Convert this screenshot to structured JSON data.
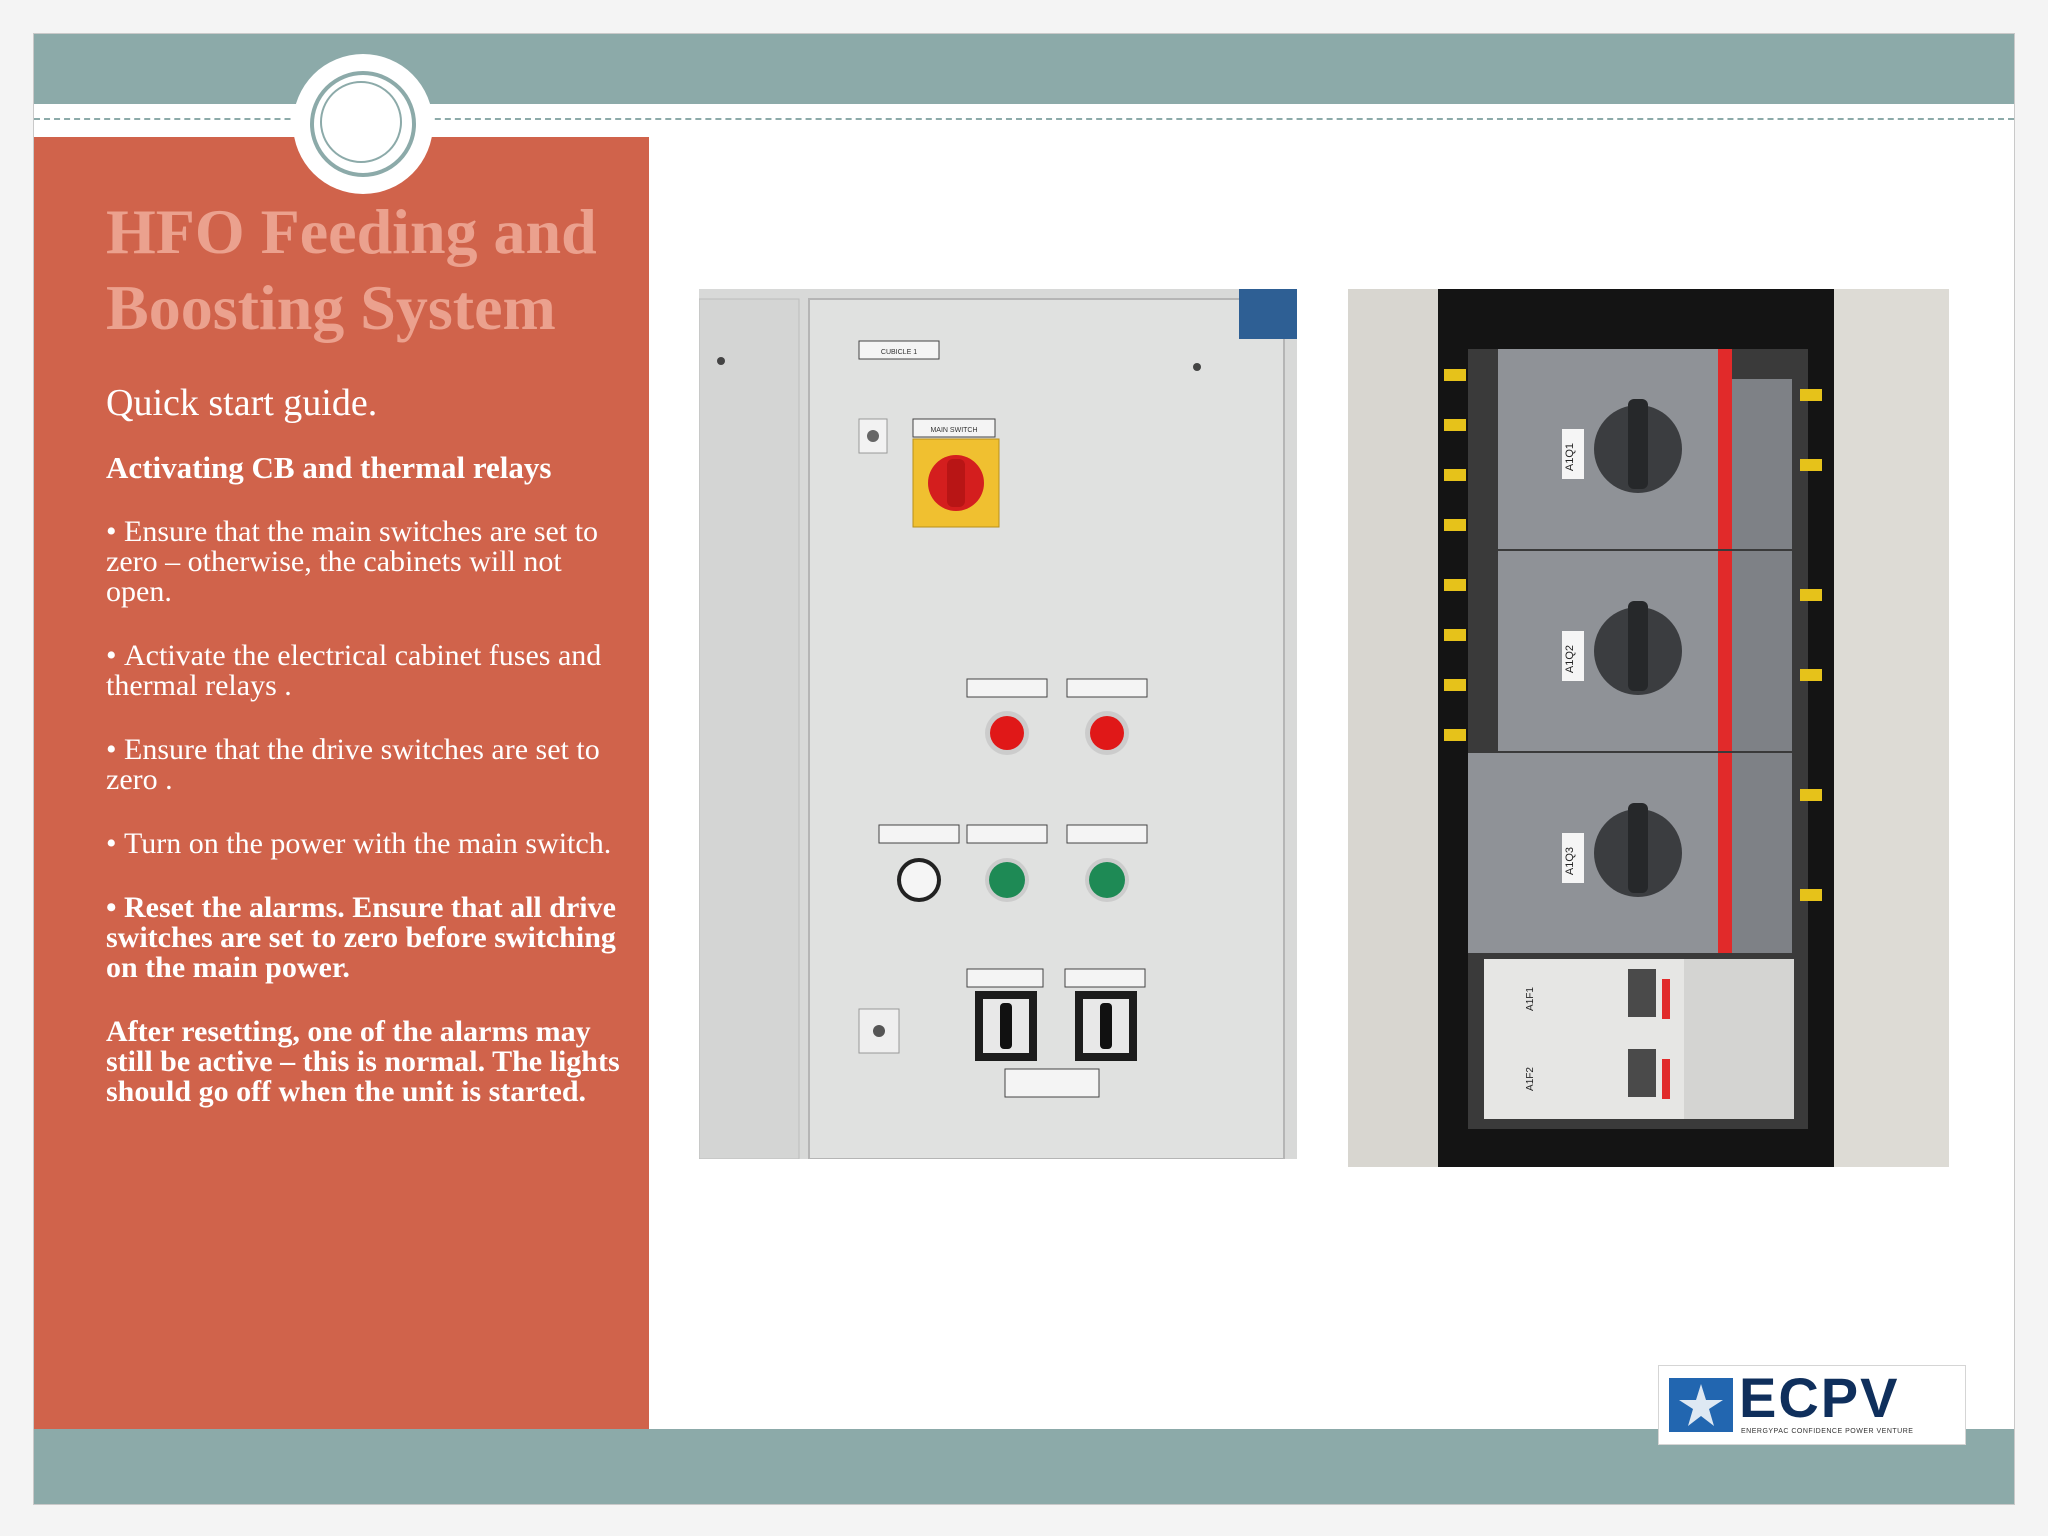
{
  "slide": {
    "title": "HFO Feeding and Boosting System",
    "subtitle": "Quick start guide.",
    "section_heading": "Activating CB and thermal relays",
    "steps": [
      "Ensure that the main switches are set to zero – otherwise, the cabinets will not open.",
      "Activate the electrical cabinet fuses and thermal relays .",
      "Ensure that the drive switches are set to zero .",
      "Turn on the power with the main switch.",
      "Reset the alarms. Ensure that all drive switches are set to zero before switching on the main power."
    ],
    "note": "After resetting, one of the alarms may still be active – this is normal. The lights should go off when the unit is started."
  },
  "photos": {
    "control_panel": {
      "labels": [
        "CUBICLE 1",
        "MAIN SWITCH"
      ],
      "breaker_labels": [
        "A1Q1",
        "A1Q2",
        "A1Q3",
        "A1F1",
        "A1F2"
      ]
    }
  },
  "logo": {
    "name": "ECPV",
    "tagline": "ENERGYPAC CONFIDENCE POWER VENTURE"
  },
  "colors": {
    "panel": "#d0634b",
    "band": "#8caaa9",
    "title": "#eba18e"
  }
}
